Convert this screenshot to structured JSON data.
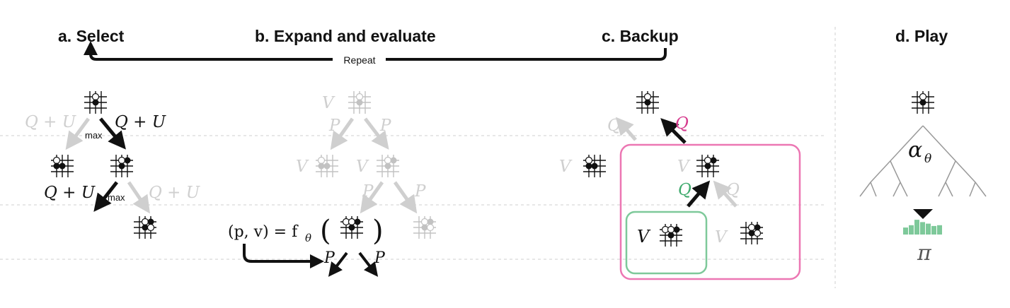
{
  "titles": {
    "select": "a. Select",
    "expand": "b. Expand and evaluate",
    "backup": "c. Backup",
    "play": "d. Play"
  },
  "repeat_label": "Repeat",
  "select": {
    "edge_left_label": "Q + U",
    "edge_right_label": "Q + U",
    "max_label_top": "max",
    "edge2_left_label": "Q + U",
    "max_label_bottom": "max",
    "edge2_right_label": "Q + U"
  },
  "expand": {
    "root_value": "V",
    "edge_left_label": "P",
    "edge_right_label": "P",
    "node_left_value": "V",
    "node_mid_value": "V",
    "edge2_left_label": "P",
    "edge2_right_label": "P",
    "equation_lhs": "(p, v) = f",
    "equation_sub": "θ",
    "out_left_label": "P",
    "out_right_label": "P"
  },
  "backup": {
    "edge_left_label": "Q",
    "edge_right_label": "Q",
    "node_left_value": "V",
    "node_mid_value": "V",
    "edge2_left_label": "Q",
    "edge2_right_label": "Q",
    "leaf_value": "V",
    "leaf2_value": "V"
  },
  "play": {
    "policy_label": "α",
    "policy_sub": "θ",
    "output_label": "π"
  },
  "colors": {
    "backup_highlight": "#ec77b3",
    "leaf_highlight": "#7ec99a",
    "q_pink": "#d63a8d",
    "q_green": "#3faa6d",
    "faded": "#cfcfcf",
    "ink": "#111111"
  },
  "policy_bars": [
    0.45,
    0.6,
    0.95,
    0.8,
    0.7,
    0.55,
    0.6
  ]
}
